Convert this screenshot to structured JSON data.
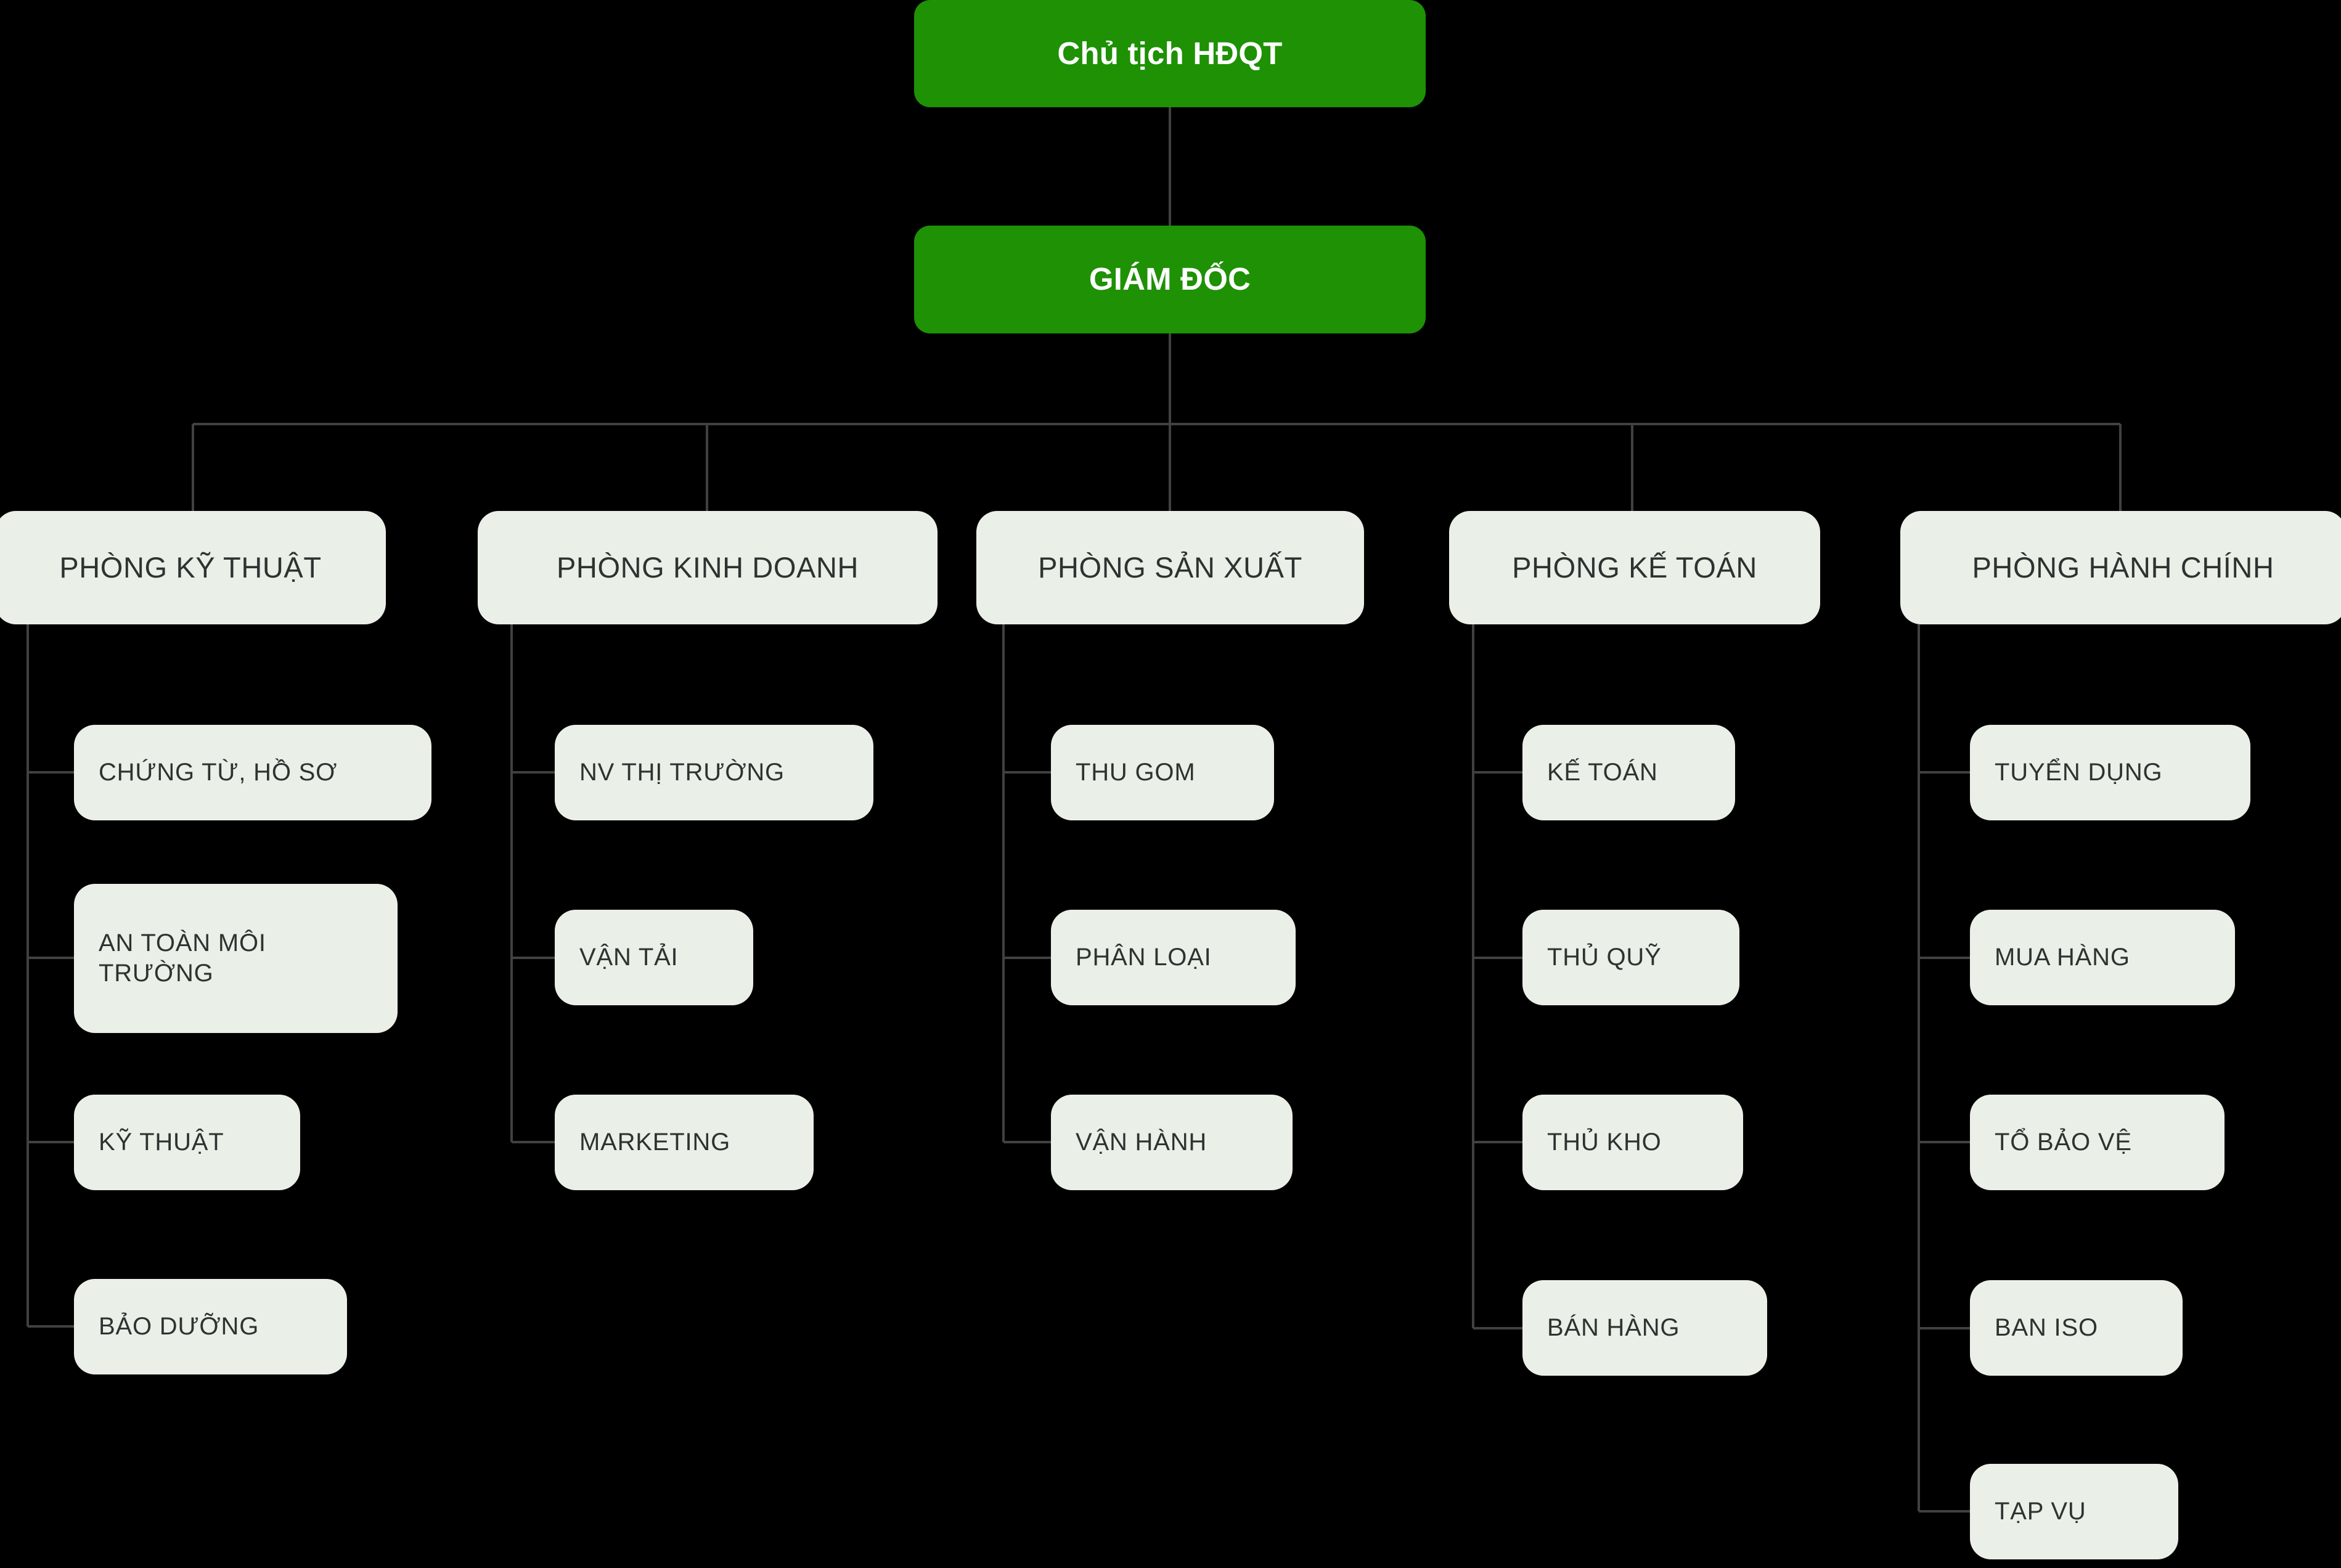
{
  "diagram": {
    "title": "So do to chuc cong ty",
    "background_color": "#000000",
    "exec_node_color": "#1E9105",
    "exec_text_color": "#FFFFFF",
    "node_color": "#EAEFE8",
    "node_text_color": "#2E3331",
    "connector_color": "#3F423F"
  },
  "executives": {
    "chairman": {
      "label": "Chủ tịch HĐQT"
    },
    "director": {
      "label": "GIÁM ĐỐC"
    }
  },
  "departments": [
    {
      "label": "PHÒNG KỸ THUẬT",
      "children": [
        {
          "label": "CHỨNG TỪ, HỒ SƠ"
        },
        {
          "label": "AN TOÀN MÔI TRƯỜNG"
        },
        {
          "label": "KỸ THUẬT"
        },
        {
          "label": "BẢO DƯỠNG"
        }
      ]
    },
    {
      "label": "PHÒNG KINH DOANH",
      "children": [
        {
          "label": "NV THỊ TRƯỜNG"
        },
        {
          "label": "VẬN TẢI"
        },
        {
          "label": "MARKETING"
        }
      ]
    },
    {
      "label": "PHÒNG SẢN XUẤT",
      "children": [
        {
          "label": "THU GOM"
        },
        {
          "label": "PHÂN LOẠI"
        },
        {
          "label": "VẬN HÀNH"
        }
      ]
    },
    {
      "label": "PHÒNG KẾ TOÁN",
      "children": [
        {
          "label": "KẾ TOÁN"
        },
        {
          "label": "THỦ QUỸ"
        },
        {
          "label": "THỦ KHO"
        },
        {
          "label": "BÁN HÀNG"
        }
      ]
    },
    {
      "label": "PHÒNG HÀNH CHÍNH",
      "children": [
        {
          "label": "TUYỂN DỤNG"
        },
        {
          "label": "MUA HÀNG"
        },
        {
          "label": "TỔ BẢO VỆ"
        },
        {
          "label": "BAN ISO"
        },
        {
          "label": "TẠP VỤ"
        }
      ]
    }
  ]
}
